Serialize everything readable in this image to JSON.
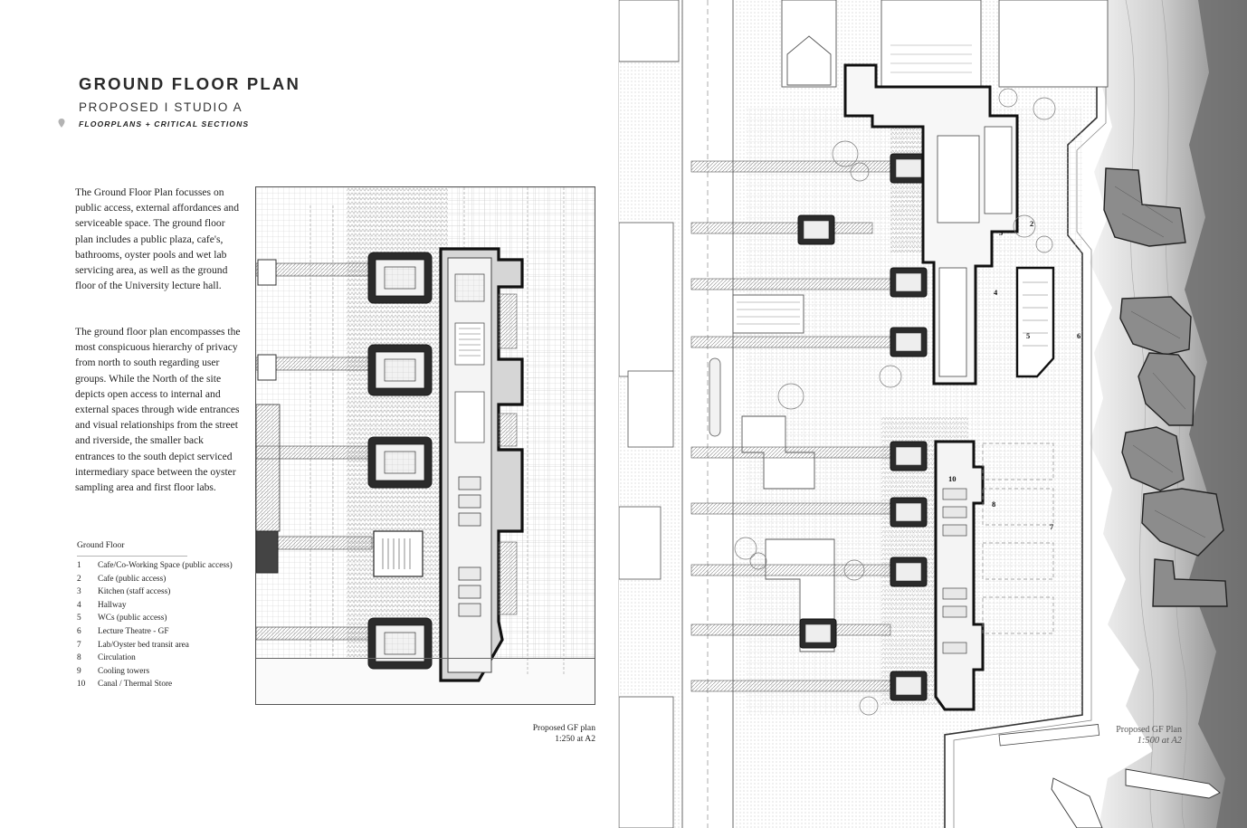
{
  "header": {
    "title": "GROUND FLOOR PLAN",
    "subtitle": "PROPOSED I STUDIO A",
    "section_tag": "FLOORPLANS + CRITICAL SECTIONS"
  },
  "body": {
    "paragraph_1": "The Ground Floor Plan focusses on public access, external affordances and serviceable space. The ground floor plan includes a public plaza, cafe's, bathrooms, oyster pools and wet lab servicing area, as well as the ground floor of the University lecture hall.",
    "paragraph_2": "The ground floor plan encompasses the most conspicuous hierarchy of privacy from north to south regarding user groups. While the North of the site depicts open access to internal and external spaces through wide entrances and visual relationships from the street and riverside, the smaller back entrances to the south depict serviced intermediary space between the oyster sampling area and first floor labs."
  },
  "legend": {
    "heading": "Ground Floor",
    "items": [
      {
        "num": "1",
        "label": "Cafe/Co-Working Space (public access)"
      },
      {
        "num": "2",
        "label": "Cafe (public access)"
      },
      {
        "num": "3",
        "label": "Kitchen (staff access)"
      },
      {
        "num": "4",
        "label": "Hallway"
      },
      {
        "num": "5",
        "label": "WCs (public access)"
      },
      {
        "num": "6",
        "label": "Lecture Theatre - GF"
      },
      {
        "num": "7",
        "label": "Lab/Oyster bed transit area"
      },
      {
        "num": "8",
        "label": "Circulation"
      },
      {
        "num": "9",
        "label": "Cooling towers"
      },
      {
        "num": "10",
        "label": "Canal / Thermal Store"
      }
    ]
  },
  "plan_caption": {
    "line1": "Proposed GF plan",
    "line2": "1:250 at A2"
  },
  "site_caption": {
    "line1": "Proposed GF Plan",
    "line2": "1:500 at A2"
  },
  "site_zone_labels": {
    "z2": "2",
    "z3": "3",
    "z4": "4",
    "z5": "5",
    "z6": "6",
    "z7": "7",
    "z8": "8",
    "z10": "10"
  },
  "icons": {
    "pin": "map-pin-icon"
  }
}
